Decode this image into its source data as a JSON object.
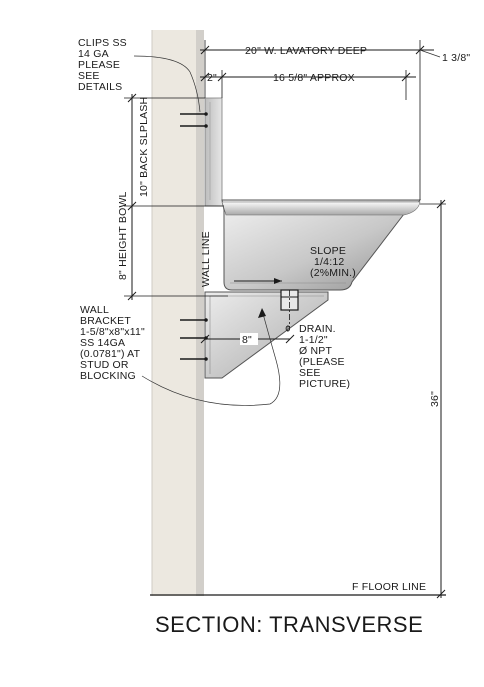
{
  "title": "SECTION: TRANSVERSE",
  "dimensions": {
    "overall_depth": "20\" W. LAVATORY DEEP",
    "lip": "1 3/8\"",
    "splash_offset": "2\"",
    "bowl_depth": "16 5/8\" APPROX",
    "back_splash": "10\" BACK SLPLASH",
    "bowl_height": "8\" HEIGHT BOWL",
    "bracket_width": "8\"",
    "floor_height": "36\""
  },
  "labels": {
    "clips": [
      "CLIPS SS",
      "14 GA",
      "PLEASE",
      "SEE",
      "DETAILS"
    ],
    "wall_line": "WALL LINE",
    "slope": [
      "SLOPE",
      "1/4:12",
      "(2%MIN.)"
    ],
    "drain": [
      "DRAIN.",
      "1-1/2\"",
      "Ø NPT",
      "(PLEASE",
      "SEE",
      "PICTURE)"
    ],
    "wall_bracket": [
      "WALL",
      "BRACKET",
      "1-5/8\"x8\"x11\"",
      "SS 14GA",
      "(0.0781\") AT",
      "STUD OR",
      "BLOCKING"
    ],
    "floor_line": "F FLOOR LINE"
  },
  "colors": {
    "wall": "#ece8e0",
    "wall_edge": "#c9c5be",
    "steel_light": "#e9e9e9",
    "steel_dark": "#9a9a9a",
    "line": "#1a1a1a"
  }
}
